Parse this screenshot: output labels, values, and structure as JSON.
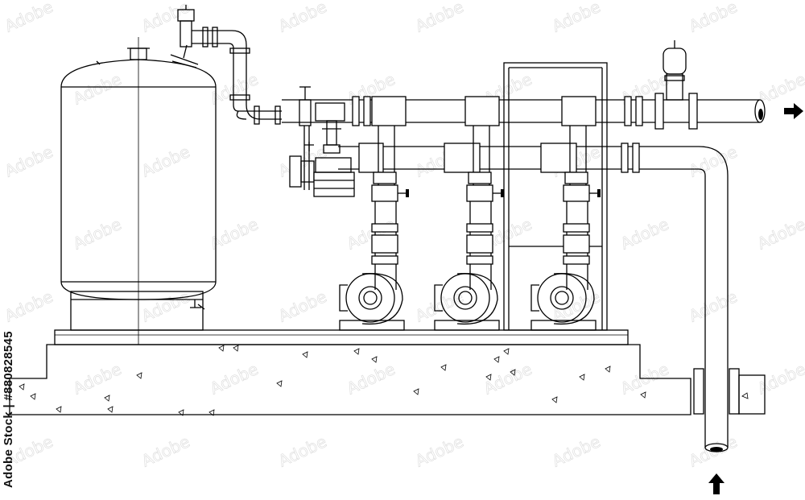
{
  "watermark": {
    "stock_id": "Adobe Stock | #880828545",
    "pattern_text": "Adobe"
  },
  "diagram": {
    "subject": "booster pump skid",
    "pump_count": 3,
    "flow_direction_outlet": "right",
    "flow_direction_inlet": "up"
  }
}
